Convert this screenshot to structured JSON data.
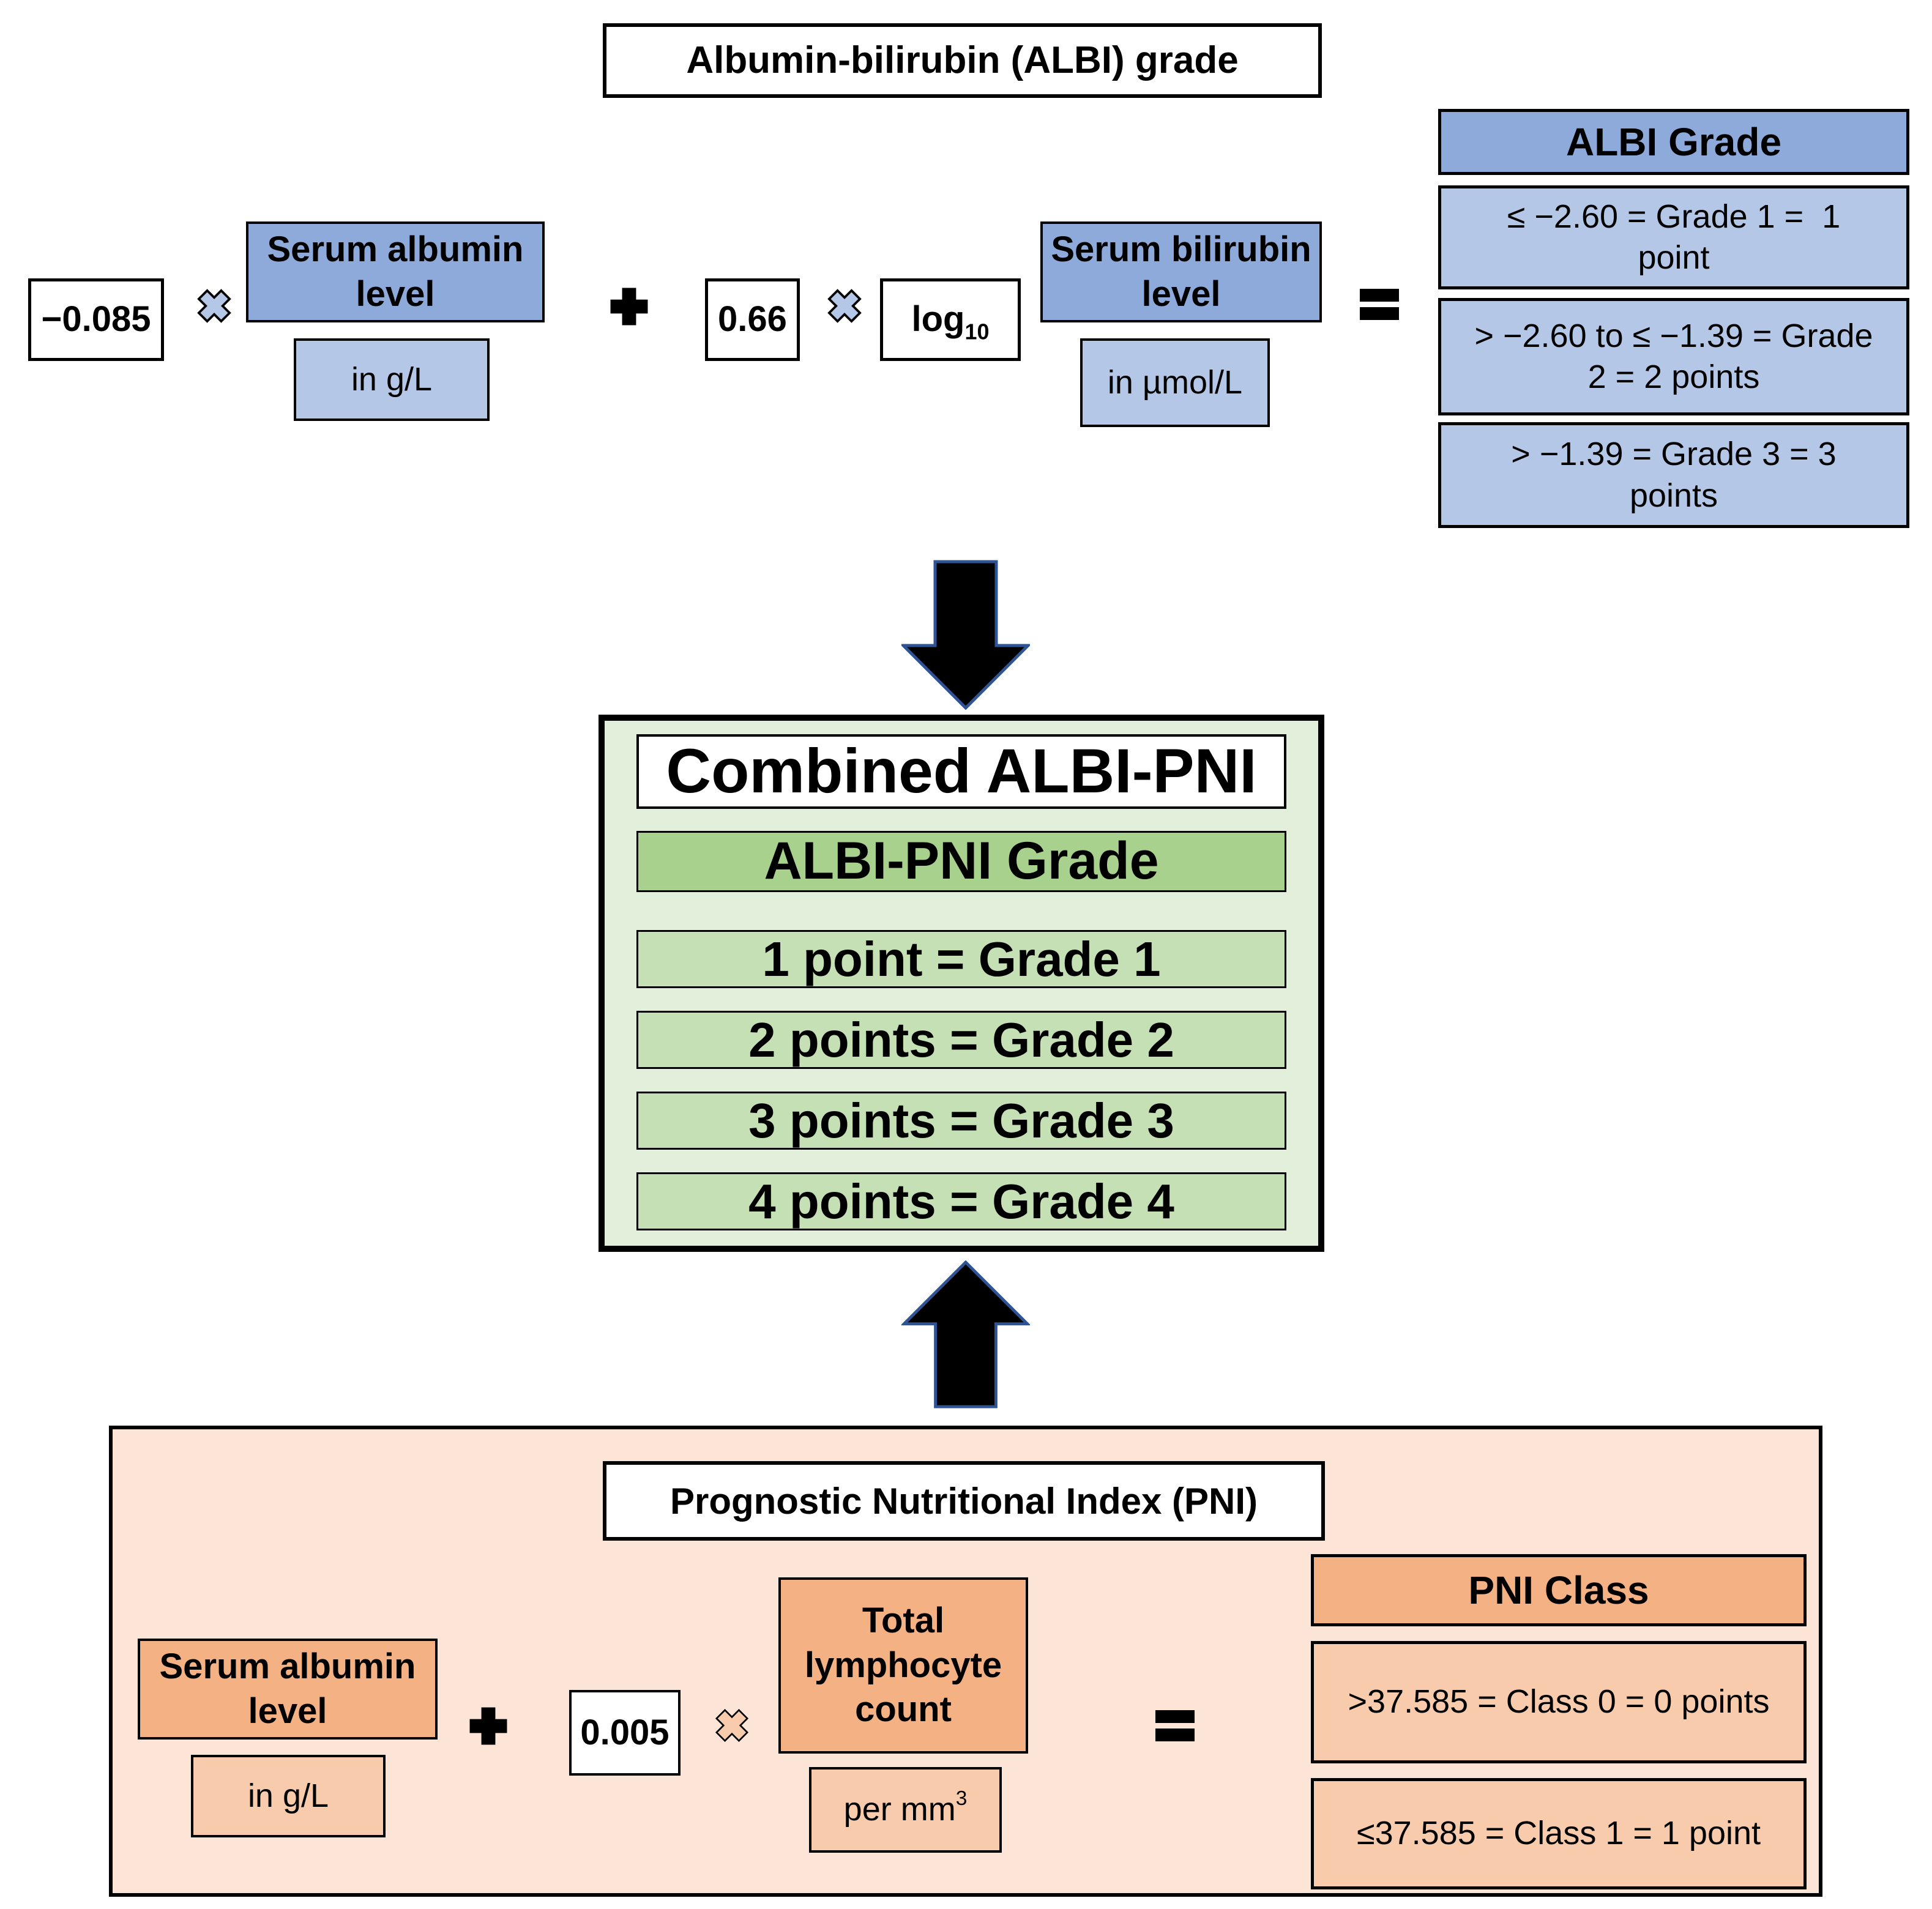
{
  "albi": {
    "title": "Albumin-bilirubin (ALBI) grade",
    "coefficient1": "−0.085",
    "albumin_label": "Serum albumin level",
    "albumin_unit": "in g/L",
    "coefficient2": "0.66",
    "log_label": "log",
    "log_sub": "10",
    "bilirubin_label": "Serum bilirubin level",
    "bilirubin_unit": "in µmol/L",
    "grade_table": {
      "header": "ALBI Grade",
      "rows": [
        [
          "≤ −2.60 = Grade 1 =  1",
          "point"
        ],
        [
          "> −2.60 to ≤ −1.39 = Grade",
          "2 = 2 points"
        ],
        [
          "> −1.39 = Grade 3 = 3",
          "points"
        ]
      ]
    }
  },
  "combined": {
    "title": "Combined ALBI-PNI",
    "header": "ALBI-PNI Grade",
    "rows": [
      "1 point = Grade 1",
      "2 points = Grade 2",
      "3 points = Grade 3",
      "4 points = Grade 4"
    ]
  },
  "pni": {
    "title": "Prognostic Nutritional Index (PNI)",
    "albumin_label": "Serum albumin level",
    "albumin_unit": "in g/L",
    "coefficient": "0.005",
    "lymphocyte_label": "Total lymphocyte count",
    "lymphocyte_unit_base": "per mm",
    "lymphocyte_unit_sup": "3",
    "class_table": {
      "header": "PNI Class",
      "rows": [
        ">37.585 = Class 0 = 0 points",
        "≤37.585 = Class 1 = 1 point"
      ]
    }
  },
  "colors": {
    "blue_dark": "#8EAADB",
    "blue_light": "#B4C7E7",
    "green_background": "#E2EFDA",
    "green_header": "#A9D18E",
    "green_row": "#C5E0B4",
    "orange_background": "#FCE4D6",
    "orange_dark": "#F4B183",
    "orange_light": "#F8CBAD",
    "arrow_fill": "#000000",
    "arrow_outline": "#2F5496"
  }
}
